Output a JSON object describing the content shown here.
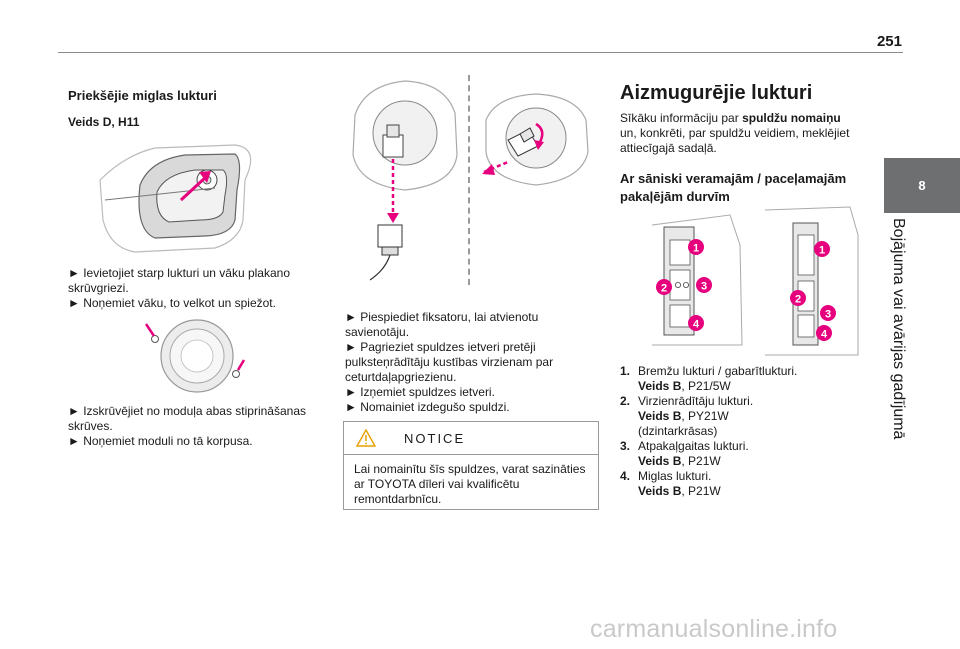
{
  "page_number": "251",
  "chapter": {
    "number": "8",
    "title": "Bojājuma vai avārijas gadījumā"
  },
  "left": {
    "heading": "Priekšējie miglas lukturi",
    "subheading": "Veids D, H11",
    "steps_a": [
      "► Ievietojiet starp lukturi un vāku plakano skrūvgriezi.",
      "► Noņemiet vāku, to velkot un spiežot."
    ],
    "steps_b": [
      "► Izskrūvējiet no moduļa abas stiprināšanas skrūves.",
      "► Noņemiet moduli no tā korpusa."
    ]
  },
  "middle": {
    "steps": [
      "► Piespiediet fiksatoru, lai atvienotu savienotāju.",
      "► Pagrieziet spuldzes ietveri pretēji pulksteņrādītāju kustības virzienam par ceturtdaļapgriezienu.",
      "► Izņemiet spuldzes ietveri.",
      "► Nomainiet izdegušo spuldzi."
    ],
    "notice": {
      "title": "NOTICE",
      "text": "Lai nomainītu šīs spuldzes, varat sazināties ar TOYOTA dīleri vai kvalificētu remontdarbnīcu."
    }
  },
  "right": {
    "heading": "Aizmugurējie lukturi",
    "intro_pre": "Sīkāku informāciju par ",
    "intro_bold": "spuldžu nomaiņu",
    "intro_post": " un, konkrēti, par spuldžu veidiem, meklējiet attiecīgajā sadaļā.",
    "subheading": "Ar sāniski veramajām / paceļamajām pakaļējām durvīm",
    "callouts": [
      "1",
      "2",
      "3",
      "4"
    ],
    "items": [
      {
        "num": "1.",
        "name": "Bremžu lukturi / gabarītlukturi.",
        "type_label": "Veids B",
        "type_value": ", P21/5W"
      },
      {
        "num": "2.",
        "name": "Virzienrādītāju lukturi.",
        "type_label": "Veids B",
        "type_value": ", PY21W (dzintarkrāsas)"
      },
      {
        "num": "3.",
        "name": "Atpakaļgaitas lukturi.",
        "type_label": "Veids B",
        "type_value": ", P21W"
      },
      {
        "num": "4.",
        "name": "Miglas lukturi.",
        "type_label": "Veids B",
        "type_value": ", P21W"
      }
    ]
  },
  "watermark": "carmanualsonline.info",
  "colors": {
    "accent": "#e6007e",
    "tab": "#6d6f71",
    "line": "#8a8a8a"
  }
}
